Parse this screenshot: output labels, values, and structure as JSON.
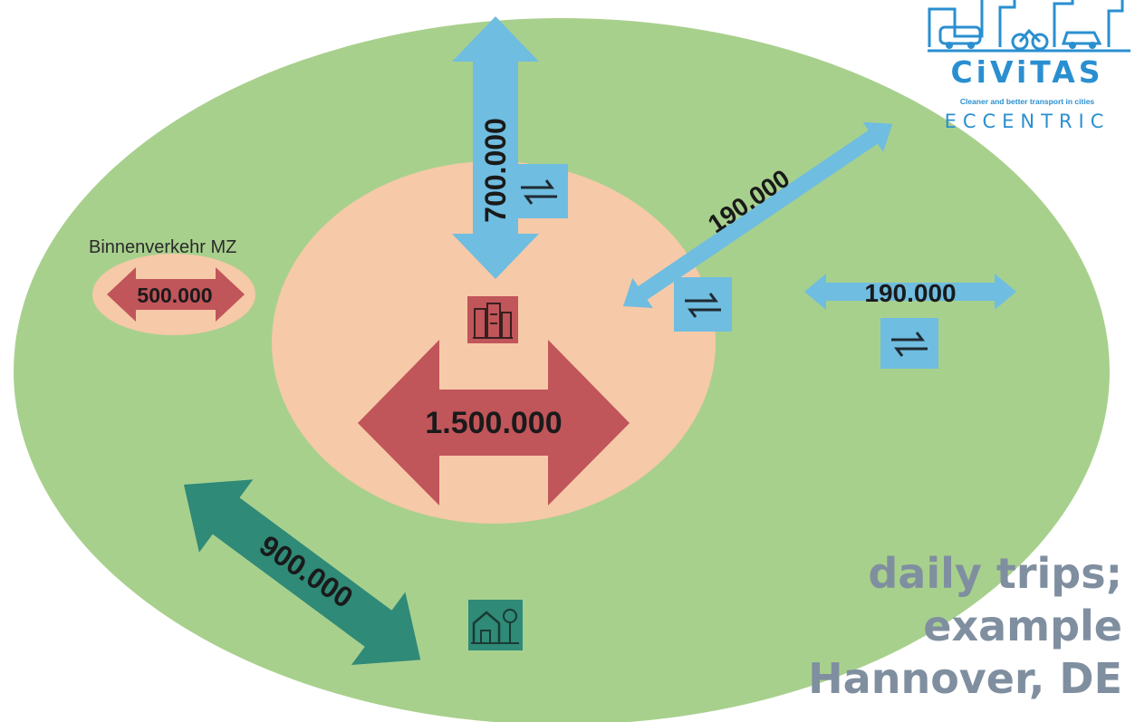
{
  "flows": {
    "radial_top": "700.000",
    "diagonal_ne": "190.000",
    "horizontal_e": "190.000",
    "central": "1.500.000",
    "inner_mz": "500.000",
    "suburb": "900.000"
  },
  "labels": {
    "binnenverkehr": "Binnenverkehr MZ"
  },
  "caption": {
    "line1": "daily trips;",
    "line2": "example",
    "line3": "Hannover, DE"
  },
  "logo": {
    "name": "CiViTAS",
    "tagline": "Cleaner and better transport in cities",
    "sub": "ECCENTRIC"
  },
  "colors": {
    "outer_region": "#a8d08d",
    "city_core": "#f6c9a8",
    "red_arrow": "#c0555a",
    "blue_arrow": "#6fbde0",
    "teal_arrow": "#2f8a77",
    "caption": "#7f8fa0",
    "logo": "#2a8fd0"
  },
  "icons": [
    "city-buildings-icon",
    "suburb-houses-icon",
    "exchange-arrows-icon"
  ]
}
